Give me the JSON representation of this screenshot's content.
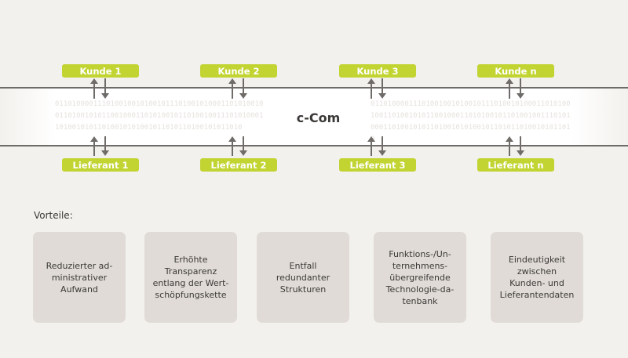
{
  "center_label": "c-Com",
  "bits": "0110100001110100100101001011101001010001101010010011010010101100100011010100101101001001110101000110100101011010010101001011010110100101011010",
  "customers": [
    "Kunde 1",
    "Kunde 2",
    "Kunde 3",
    "Kunde n"
  ],
  "suppliers": [
    "Lieferant 1",
    "Lieferant 2",
    "Lieferant 3",
    "Lieferant n"
  ],
  "benefits_title": "Vorteile:",
  "benefits": [
    "Reduzierter ad-\nministrativer\nAufwand",
    "Erhöhte\nTransparenz\nentlang der Wert-\nschöpfungskette",
    "Entfall\nredundanter\nStrukturen",
    "Funktions-/Un-\nternehmens-\nübergreifende\nTechnologie-da-\ntenbank",
    "Eindeutigkeit\nzwischen\nKunden- und\nLieferantendaten"
  ],
  "colors": {
    "accent": "#c1d432",
    "box": "#e0dbd6",
    "background": "#f3f1ed"
  }
}
